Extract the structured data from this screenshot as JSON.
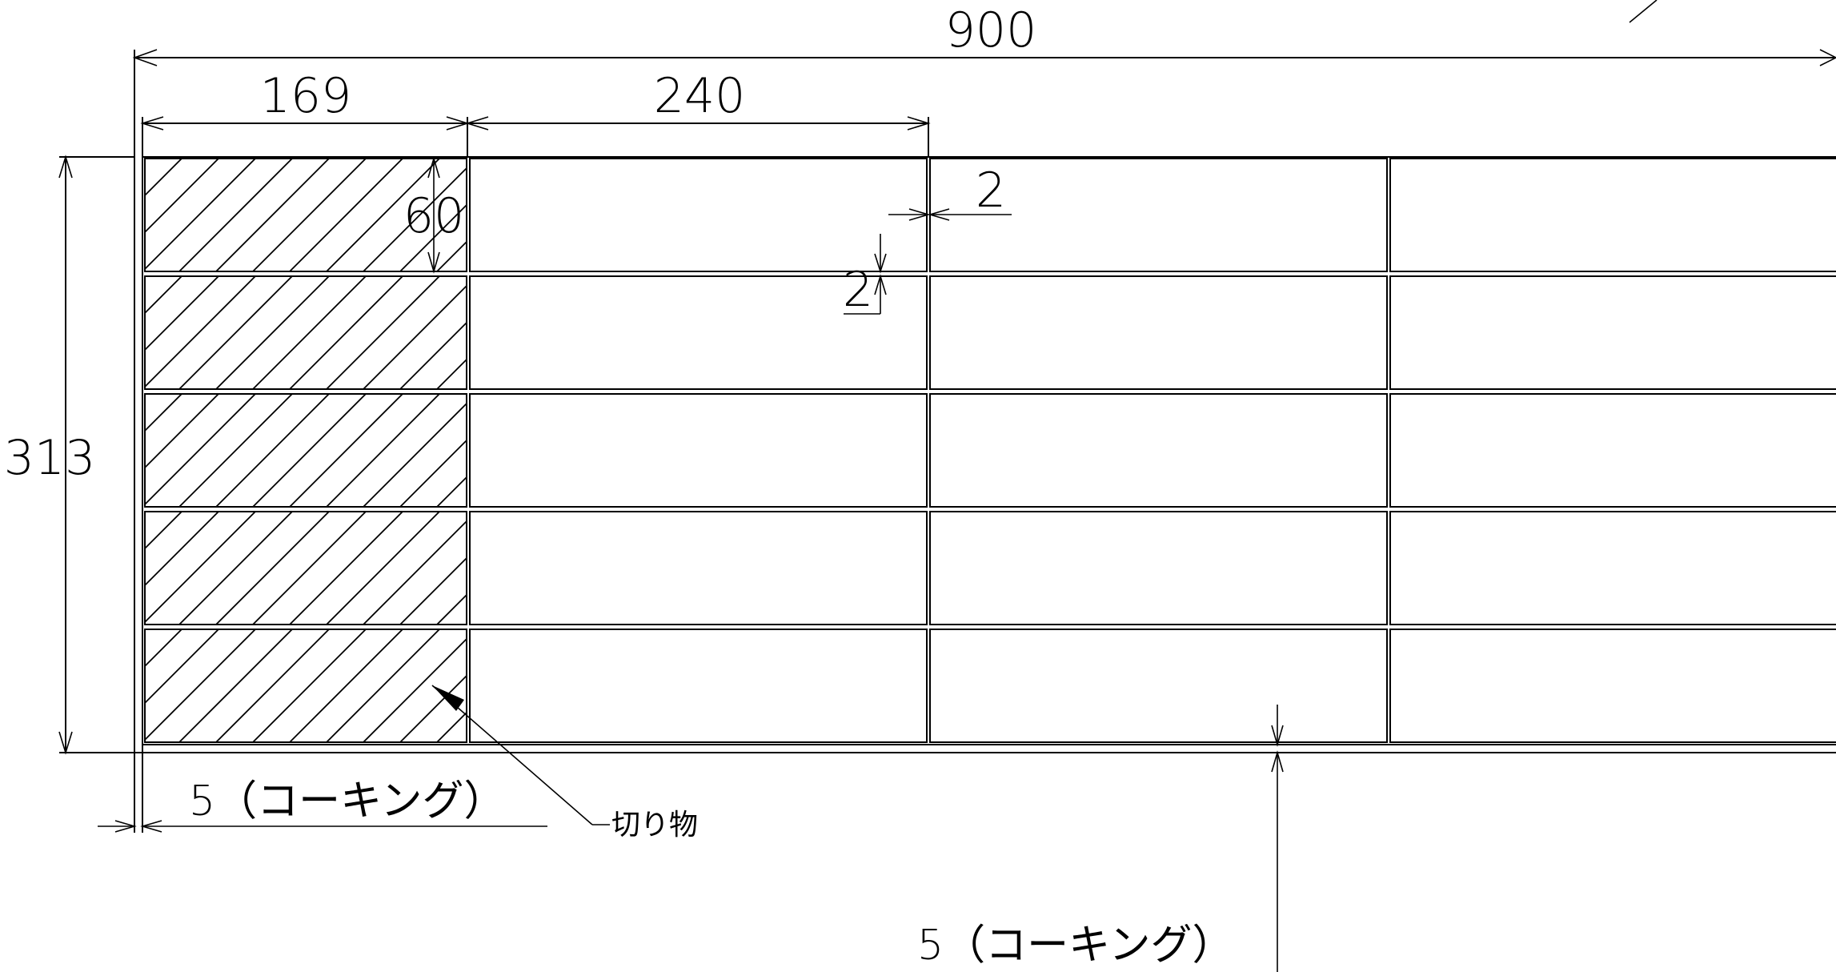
{
  "drawing": {
    "dimensions": {
      "overall_width": "900",
      "cut_tile_width": "169",
      "tile_width": "240",
      "tile_height": "60",
      "joint_horizontal": "2",
      "joint_vertical": "2",
      "overall_height": "313",
      "caulking_left": "5（コーキング）",
      "caulking_bottom": "5（コーキング）"
    },
    "labels": {
      "cut_piece": "切り物"
    },
    "layout": {
      "rows": 5,
      "full_tile_columns_visible": 3,
      "cut_column_hatched": true
    }
  }
}
